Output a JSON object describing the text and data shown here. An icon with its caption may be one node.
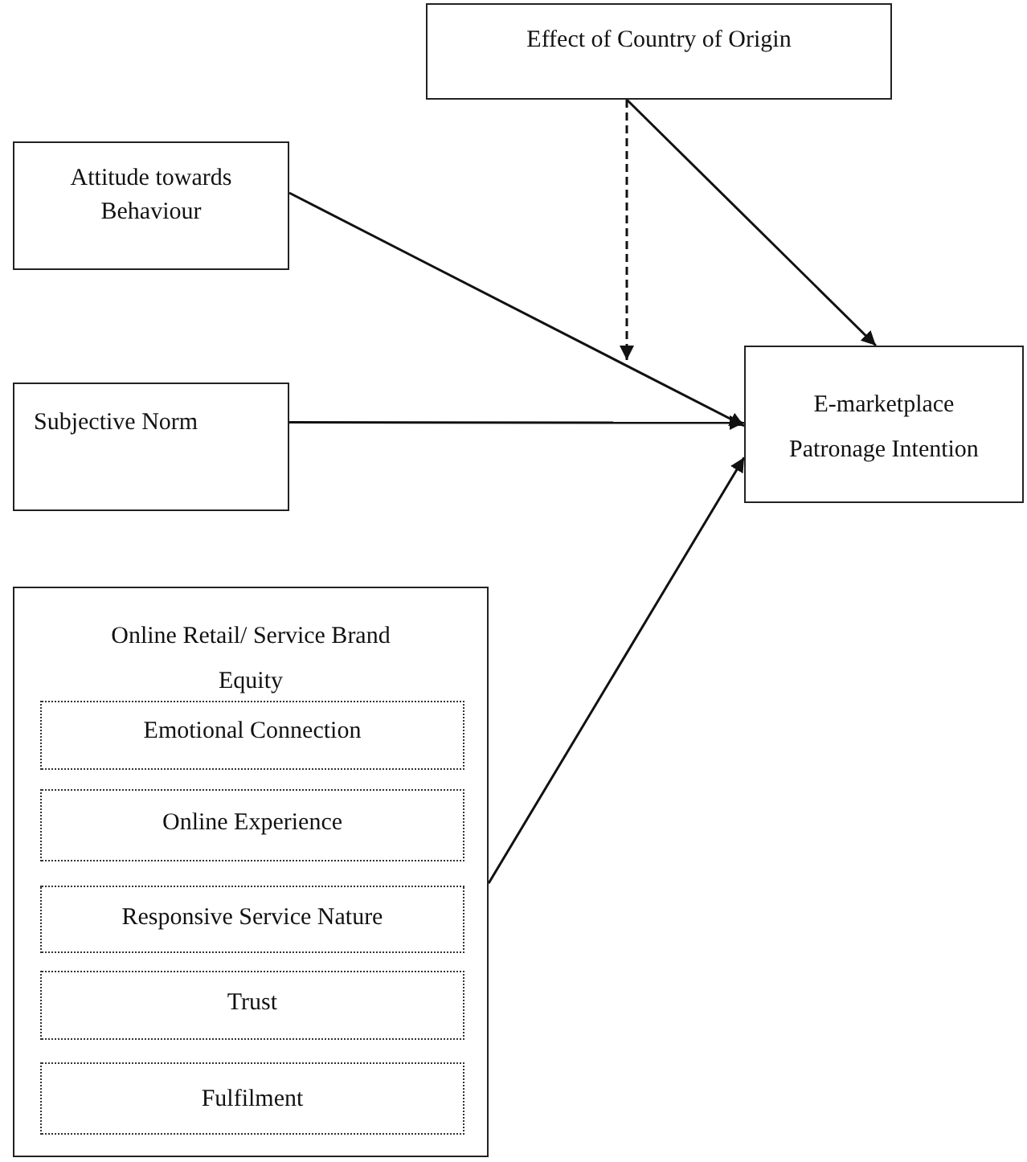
{
  "diagram": {
    "nodes": [
      {
        "text": [
          "Effect of Country of Origin"
        ]
      },
      {
        "text": [
          "Attitude towards Behaviour"
        ]
      },
      {
        "text": [
          "Subjective Norm"
        ]
      },
      {
        "text": [
          "E-marketplace Patronage Intention"
        ]
      },
      {
        "text": [
          "Online Retail/ Service Brand Equity"
        ]
      },
      {
        "text": [
          "Emotional Connection"
        ],
        "in": 4
      },
      {
        "text": [
          "Online Experience"
        ],
        "in": 4
      },
      {
        "text": [
          "Responsive Service Nature"
        ],
        "in": 4
      },
      {
        "text": [
          "Trust"
        ],
        "in": 4
      },
      {
        "text": [
          "Fulfilment"
        ],
        "in": 4
      }
    ],
    "edges": [
      {
        "from": 0,
        "to": 3,
        "arrow": "to"
      },
      {
        "from": 0,
        "to": null,
        "arrow": "to",
        "style": "dashed"
      },
      {
        "from": 1,
        "to": 3,
        "arrow": "to"
      },
      {
        "from": 2,
        "to": 3,
        "arrow": "to"
      },
      {
        "from": 4,
        "to": 3,
        "arrow": "to"
      }
    ]
  }
}
